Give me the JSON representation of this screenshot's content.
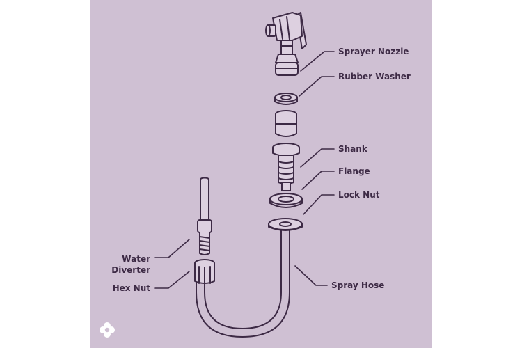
{
  "colors": {
    "background": "#cfc0d3",
    "line": "#3d2a45",
    "part_fill": "#ddd0e0"
  },
  "labels": {
    "sprayer_nozzle": "Sprayer Nozzle",
    "rubber_washer": "Rubber Washer",
    "shank": "Shank",
    "flange": "Flange",
    "lock_nut": "Lock Nut",
    "water": "Water",
    "diverter": "Diverter",
    "hex_nut": "Hex Nut",
    "spray_hose": "Spray Hose"
  },
  "logo_icon": "quatrefoil-logo-icon"
}
